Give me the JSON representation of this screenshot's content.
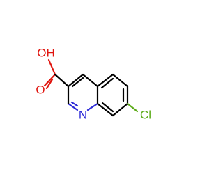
{
  "molecule": {
    "atoms": {
      "hydroxyl": {
        "label": "OH",
        "color": "#e0140e"
      },
      "carbonyl_oxygen": {
        "label": "O",
        "color": "#e0140e"
      },
      "ring_nitrogen": {
        "label": "N",
        "color": "#2d2bd8"
      },
      "chlorine": {
        "label": "Cl",
        "color": "#5cab18"
      }
    }
  }
}
